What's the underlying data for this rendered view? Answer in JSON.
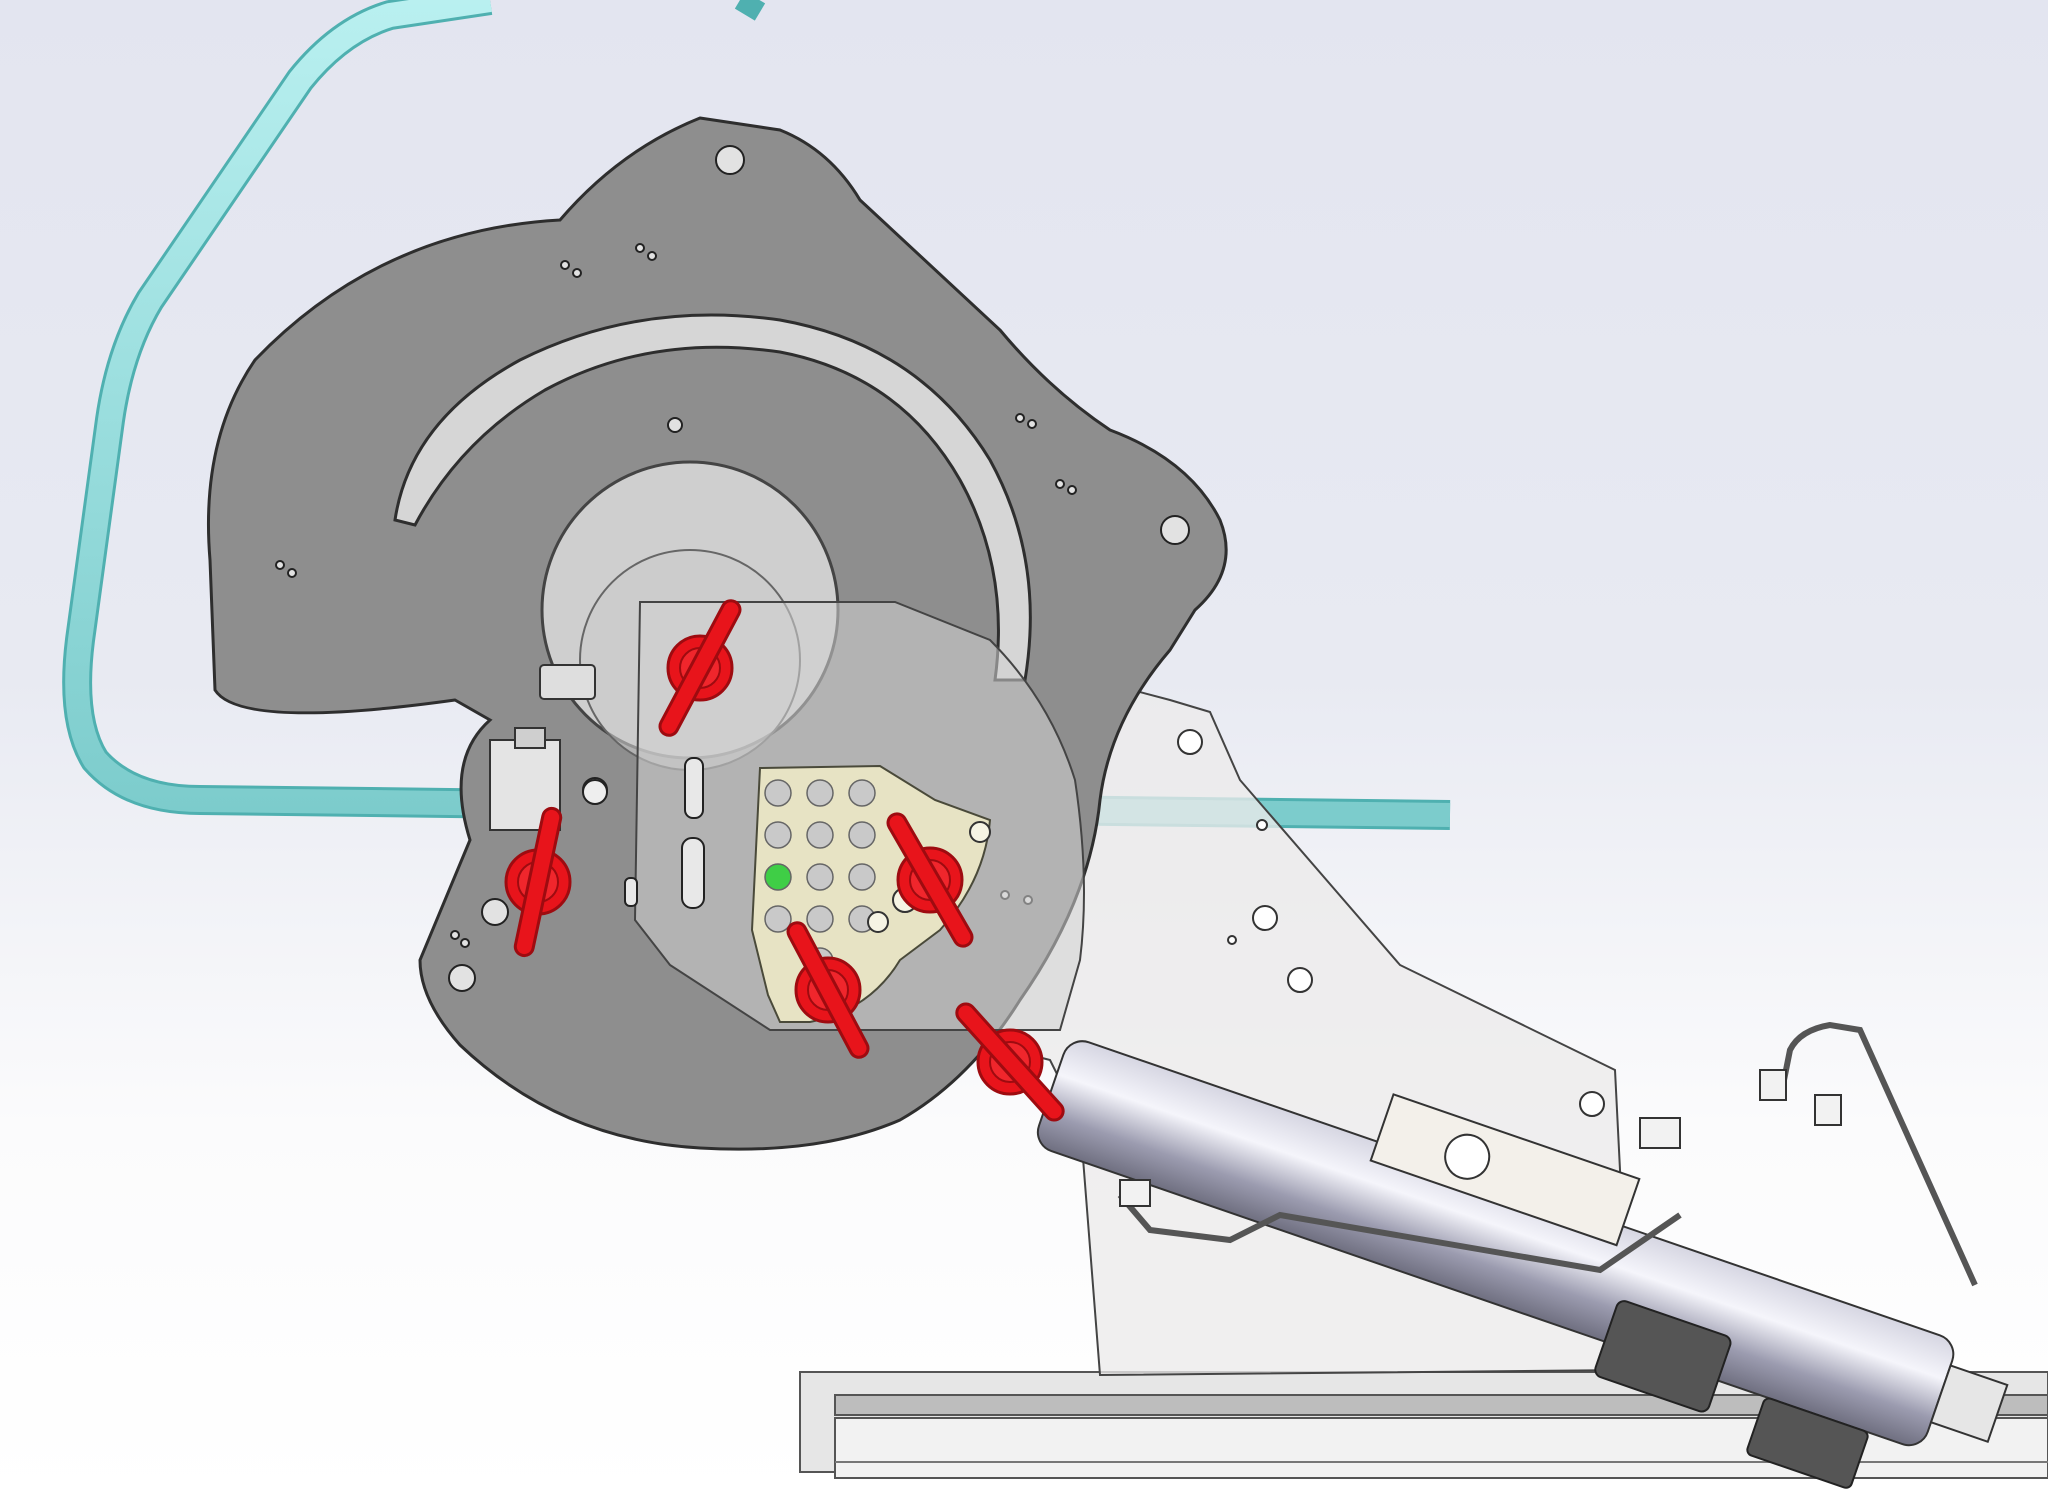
{
  "view": {
    "type": "cad-assembly-render",
    "background_top": "#dde0ee",
    "background_bottom": "#ffffff"
  },
  "colors": {
    "plate": "#8e8e8e",
    "plate_edge": "#2e2e2e",
    "hub": "#cfcfcf",
    "tube": "#8fdede",
    "tube_edge": "#4fb0b0",
    "bracket": "#ecebea",
    "pin": "#e8141b",
    "pin_dark": "#9e0b10",
    "indicator_plate": "#e7e3c4",
    "indicator_active": "#3fce46",
    "indicator_idle": "#c9c9c9",
    "cylinder": "#b5b5c5",
    "rail": "#9a9a9a"
  },
  "parts": [
    {
      "id": "main-plate",
      "icon": "rotary-plate-icon"
    },
    {
      "id": "hub",
      "icon": "hub-disc-icon"
    },
    {
      "id": "coolant-tube",
      "icon": "tube-icon"
    },
    {
      "id": "bracket",
      "icon": "bracket-icon"
    },
    {
      "id": "index-plate",
      "icon": "indexing-plate-icon"
    },
    {
      "id": "hydraulic-cylinder",
      "icon": "cylinder-icon"
    },
    {
      "id": "base-rail",
      "icon": "rail-icon"
    }
  ],
  "lock_pins": [
    {
      "id": "pin-hub",
      "icon": "lock-pin-icon"
    },
    {
      "id": "pin-left",
      "icon": "lock-pin-icon"
    },
    {
      "id": "pin-index-right",
      "icon": "lock-pin-icon"
    },
    {
      "id": "pin-index-bottom",
      "icon": "lock-pin-icon"
    },
    {
      "id": "pin-cylinder",
      "icon": "lock-pin-icon"
    }
  ],
  "index_positions": {
    "total": 13,
    "active_index": 6
  }
}
